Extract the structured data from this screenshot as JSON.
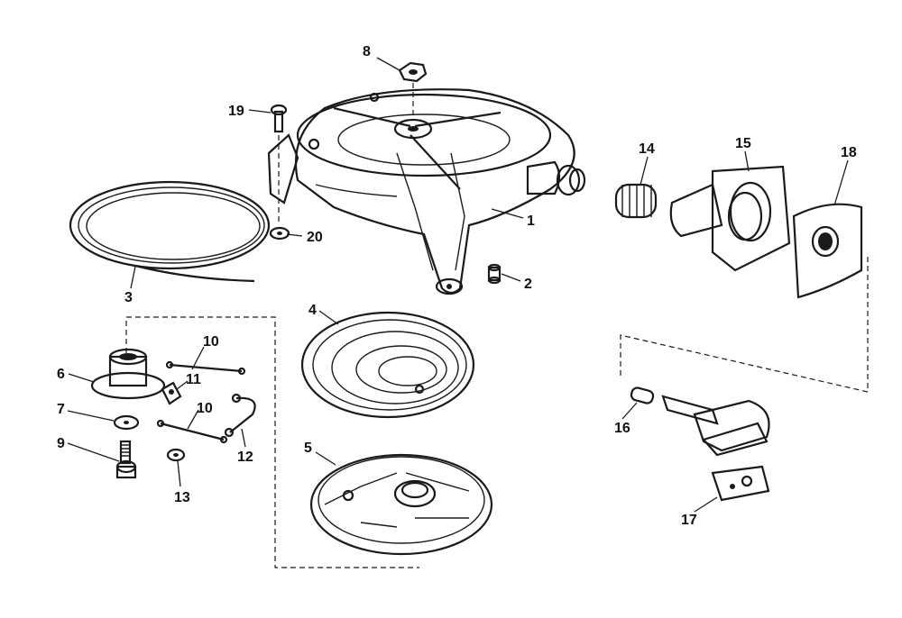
{
  "labels": {
    "p1": "1",
    "p2": "2",
    "p3": "3",
    "p4": "4",
    "p5": "5",
    "p6": "6",
    "p7": "7",
    "p8": "8",
    "p9": "9",
    "p10a": "10",
    "p10b": "10",
    "p11": "11",
    "p12": "12",
    "p13": "13",
    "p14": "14",
    "p15": "15",
    "p16": "16",
    "p17": "17",
    "p18": "18",
    "p19": "19",
    "p20": "20"
  },
  "colors": {
    "ink": "#1a1a1a",
    "paper": "#ffffff",
    "shade": "#8a8a8a"
  }
}
